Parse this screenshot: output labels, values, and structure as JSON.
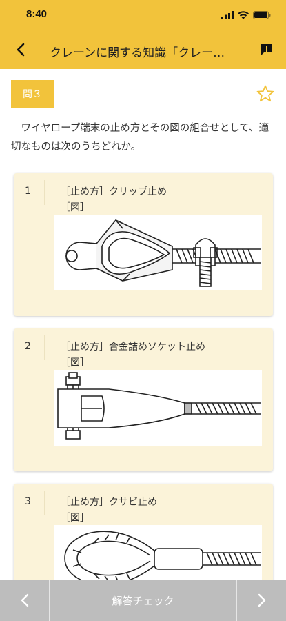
{
  "status": {
    "time": "8:40"
  },
  "nav": {
    "title": "クレーンに関する知識「クレー…"
  },
  "question": {
    "badge": "問３",
    "text": "ワイヤロープ端末の止め方とその図の組合せとして、適切なものは次のうちどれか。"
  },
  "choices": [
    {
      "number": "1",
      "method": "［止め方］クリップ止め",
      "figure_label": "［図］"
    },
    {
      "number": "2",
      "method": "［止め方］合金詰めソケット止め",
      "figure_label": "［図］"
    },
    {
      "number": "3",
      "method": "［止め方］クサビ止め",
      "figure_label": "［図］"
    }
  ],
  "bottom": {
    "check_label": "解答チェック"
  },
  "colors": {
    "accent": "#f2c33b",
    "card": "#fbf3d9",
    "bottom_bar": "#bdbdbd"
  }
}
